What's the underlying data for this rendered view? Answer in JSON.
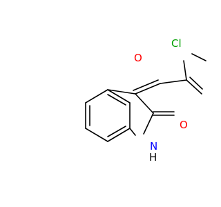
{
  "molecule": {
    "atoms": {
      "oxygen_furan": "O",
      "chlorine": "Cl",
      "oxygen_carbonyl": "O",
      "nitrogen": "N",
      "hydrogen": "H"
    },
    "colors": {
      "oxygen": "#ff0000",
      "chlorine": "#00a000",
      "nitrogen": "#0000ff",
      "bond": "#000000",
      "background": "#ffffff"
    }
  }
}
